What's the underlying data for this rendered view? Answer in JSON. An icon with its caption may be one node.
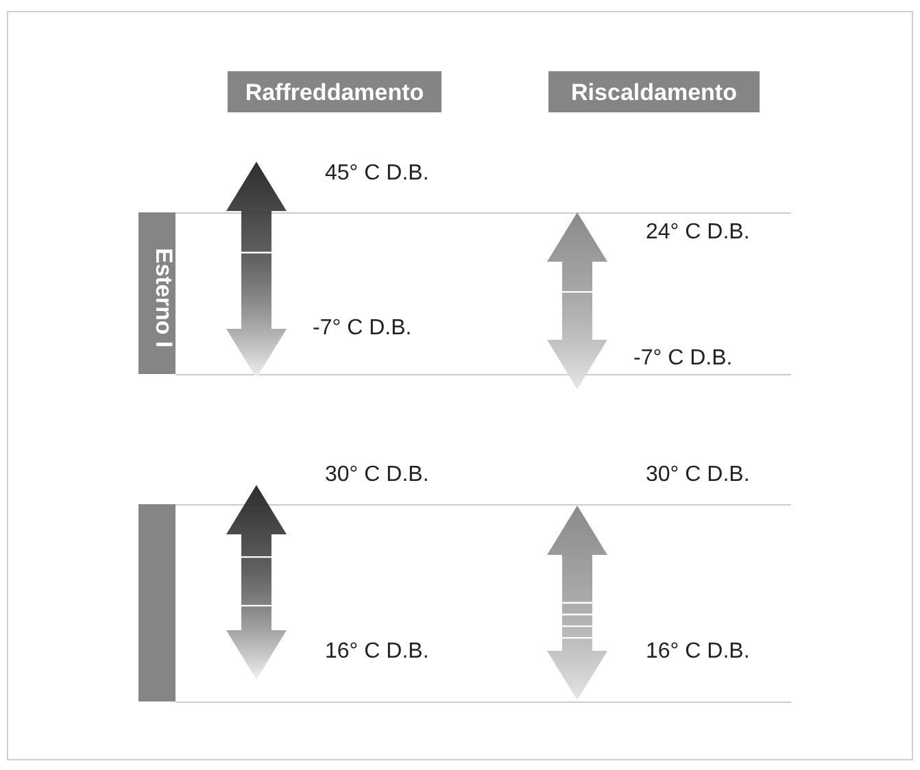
{
  "diagram": {
    "nodes": [
      {
        "text": [
          "Raffreddamento"
        ]
      },
      {
        "text": [
          "Riscaldamento"
        ]
      },
      {
        "text": [
          "Esterno I"
        ]
      },
      {
        "text": [],
        "shape": "bar"
      }
    ],
    "labels": [
      "45° C D.B.",
      "24° C D.B.",
      "-7° C D.B.",
      "-7° C D.B.",
      "30° C D.B.",
      "30° C D.B.",
      "16° C D.B.",
      "16° C D.B."
    ]
  }
}
